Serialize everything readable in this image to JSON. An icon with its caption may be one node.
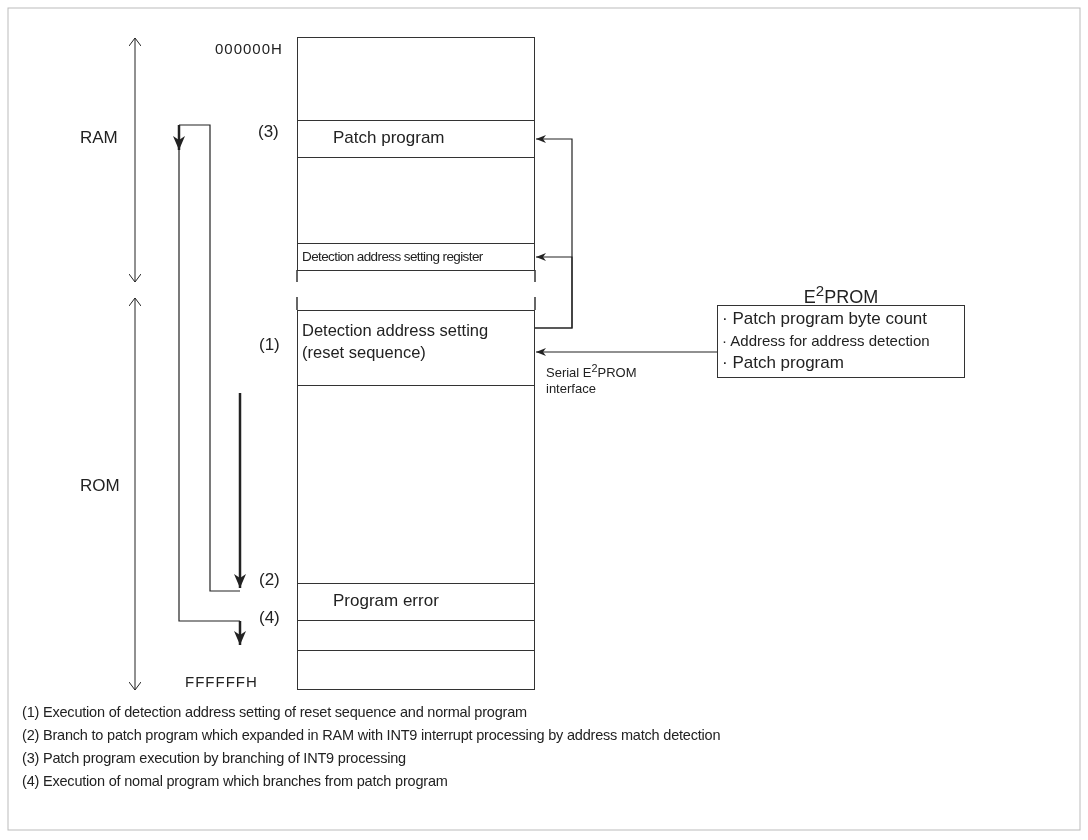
{
  "diagram": {
    "nodes": [
      {
        "text": [],
        "shape": "box",
        "beside": [
          "000000H"
        ]
      },
      {
        "text": [
          "Patch program"
        ]
      },
      {
        "text": [],
        "shape": "box"
      },
      {
        "text": [
          "Detection address setting register"
        ]
      },
      {
        "text": [
          "Detection address setting (reset sequence)"
        ]
      },
      {
        "text": [],
        "shape": "box"
      },
      {
        "text": [
          "Program error"
        ]
      },
      {
        "text": [],
        "shape": "box"
      },
      {
        "text": [],
        "shape": "box",
        "beside": [
          "FFFFFFH"
        ]
      },
      {
        "text": [
          "E$^{2}$PROM",
          "· Patch program byte count",
          "· Address for address detection",
          "· Patch program"
        ]
      }
    ],
    "edges": [
      {
        "from": 9,
        "to": 4,
        "arrow": "to",
        "label": "Serial E$^{2}$PROM interface"
      },
      {
        "from": 4,
        "to": 3,
        "arrow": "to"
      },
      {
        "from": 4,
        "to": 1,
        "arrow": "to"
      }
    ],
    "labels": [
      "RAM",
      "(3)",
      "(1)",
      "ROM",
      "(2)",
      "(4)",
      "(1) Execution of detection address setting of reset sequence and normal program",
      "(2) Branch to patch program which expanded in RAM with INT9 interrupt processing by address match detection",
      "(3) Patch program execution by branching of INT9 processing",
      "(4) Execution of nomal program which branches from patch program"
    ]
  }
}
